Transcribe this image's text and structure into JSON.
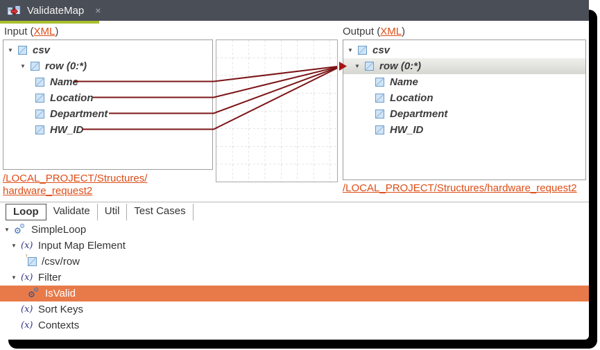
{
  "editor_tab": {
    "title": "ValidateMap",
    "close_glyph": "×",
    "icon": "map-icon"
  },
  "glyphs": {
    "expand": "▼",
    "gear_big": "⚙",
    "gear_small": "⚙",
    "new_marker": "↑"
  },
  "input_panel": {
    "label_prefix": "Input (",
    "xml_link": "XML",
    "label_suffix": ")",
    "tree": [
      {
        "label": "csv",
        "level": 0,
        "expanded": true
      },
      {
        "label": "row (0:*)",
        "level": 1,
        "expanded": true
      },
      {
        "label": "Name",
        "level": 2
      },
      {
        "label": "Location",
        "level": 2
      },
      {
        "label": "Department",
        "level": 2
      },
      {
        "label": "HW_ID",
        "level": 2
      }
    ],
    "path_link_line1": "/LOCAL_PROJECT/Structures/",
    "path_link_line2": "hardware_request2"
  },
  "output_panel": {
    "label_prefix": "Output (",
    "xml_link": "XML",
    "label_suffix": ")",
    "tree": [
      {
        "label": "csv",
        "level": 0,
        "expanded": true
      },
      {
        "label": "row (0:*)",
        "level": 1,
        "expanded": true,
        "selected": true
      },
      {
        "label": "Name",
        "level": 2
      },
      {
        "label": "Location",
        "level": 2
      },
      {
        "label": "Department",
        "level": 2
      },
      {
        "label": "HW_ID",
        "level": 2
      }
    ],
    "path_link": "/LOCAL_PROJECT/Structures/hardware_request2"
  },
  "mappings": [
    {
      "from": "Name",
      "to": "row (0:*)"
    },
    {
      "from": "Location",
      "to": "row (0:*)"
    },
    {
      "from": "Department",
      "to": "row (0:*)"
    },
    {
      "from": "HW_ID",
      "to": "row (0:*)"
    }
  ],
  "bottom_tabs": {
    "active": "Loop",
    "tabs": [
      "Loop",
      "Validate",
      "Util",
      "Test Cases"
    ]
  },
  "loop_tree": [
    {
      "label": "SimpleLoop",
      "icon": "gears-icon",
      "level": 0,
      "expanded": true
    },
    {
      "label": "Input Map Element",
      "icon": "xpath-icon",
      "level": 1,
      "expanded": true
    },
    {
      "label": "/csv/row",
      "icon": "element-new-icon",
      "level": 2
    },
    {
      "label": "Filter",
      "icon": "xpath-icon",
      "level": 1,
      "expanded": true
    },
    {
      "label": "IsValid",
      "icon": "gears-icon",
      "level": 2,
      "selected": true
    },
    {
      "label": "Sort Keys",
      "icon": "xpath-icon",
      "level": 1
    },
    {
      "label": "Contexts",
      "icon": "xpath-icon",
      "level": 1
    }
  ],
  "colors": {
    "tabbar_bg": "#4a4e57",
    "accent_green": "#a9bf2f",
    "link_orange": "#dd4d17",
    "map_line_red": "#7c1416",
    "selection_orange": "#e87a4a",
    "selection_gray": "#dcdcd8"
  }
}
